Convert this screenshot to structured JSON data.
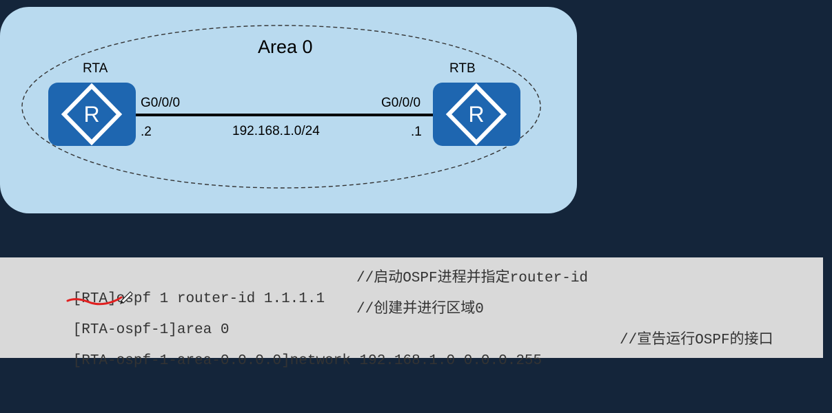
{
  "diagram": {
    "area_label": "Area 0",
    "router_a": {
      "name": "RTA",
      "interface": "G0/0/0",
      "ip_suffix": ".2",
      "icon": "router-icon"
    },
    "router_b": {
      "name": "RTB",
      "interface": "G0/0/0",
      "ip_suffix": ".1",
      "icon": "router-icon"
    },
    "link_network": "192.168.1.0/24",
    "router_glyph": "R"
  },
  "cli": {
    "lines": [
      {
        "command": "[RTA]ospf 1 router-id 1.1.1.1",
        "comment": "//启动OSPF进程并指定router-id"
      },
      {
        "command": "[RTA-ospf-1]area 0",
        "comment": "//创建并进行区域0"
      },
      {
        "command": "[RTA-ospf-1-area-0.0.0.0]network 192.168.1.0 0.0.0.255",
        "comment": "//宣告运行OSPF的接口"
      }
    ]
  },
  "colors": {
    "page_background": "#14253a",
    "diagram_panel": "#b9daef",
    "router_fill": "#1e66b0",
    "cli_background": "#d9d9d9",
    "annotation_red": "#e02020"
  }
}
